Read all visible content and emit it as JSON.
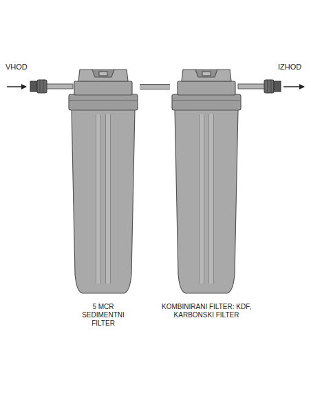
{
  "diagram": {
    "nodes": [
      {
        "text": [
          "5 MCR SEDIMENTNI FILTER"
        ]
      },
      {
        "text": [
          "KOMBINIRANI FILTER: KDF, KARBONSKI FILTER"
        ]
      }
    ],
    "edges": [
      {
        "from": 0,
        "to": 1,
        "arrow": "none"
      }
    ],
    "labels": [
      "VHOD",
      "IZHOD"
    ]
  }
}
